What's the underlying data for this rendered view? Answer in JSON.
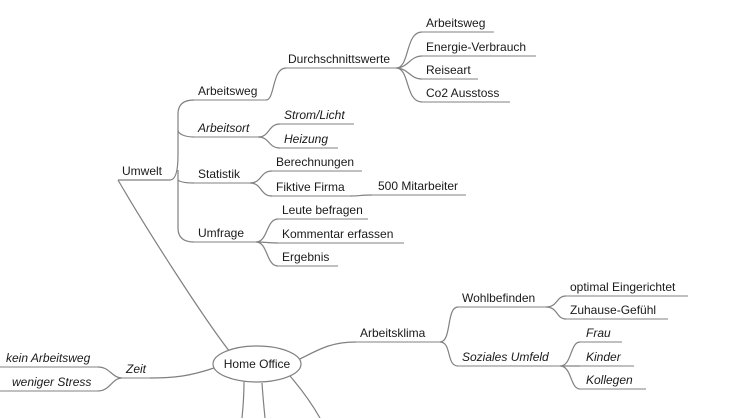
{
  "root": {
    "label": "Home Office"
  },
  "branches": {
    "umwelt": {
      "label": "Umwelt",
      "arbeitsweg": {
        "label": "Arbeitsweg",
        "durchschnittswerte": {
          "label": "Durchschnittswerte",
          "items": [
            "Arbeitsweg",
            "Energie-Verbrauch",
            "Reiseart",
            "Co2 Ausstoss"
          ]
        }
      },
      "arbeitsort": {
        "label": "Arbeitsort",
        "items": [
          "Strom/Licht",
          "Heizung"
        ]
      },
      "statistik": {
        "label": "Statistik",
        "berechnungen": "Berechnungen",
        "fiktive_firma": {
          "label": "Fiktive Firma",
          "detail": "500 Mitarbeiter"
        }
      },
      "umfrage": {
        "label": "Umfrage",
        "items": [
          "Leute befragen",
          "Kommentar erfassen",
          "Ergebnis"
        ]
      }
    },
    "arbeitsklima": {
      "label": "Arbeitsklima",
      "wohlbefinden": {
        "label": "Wohlbefinden",
        "items": [
          "optimal Eingerichtet",
          "Zuhause-Gefühl"
        ]
      },
      "soziales_umfeld": {
        "label": "Soziales Umfeld",
        "items": [
          "Frau",
          "Kinder",
          "Kollegen"
        ]
      }
    },
    "zeit": {
      "label": "Zeit",
      "items": [
        "kein Arbeitsweg",
        "weniger Stress"
      ]
    }
  }
}
